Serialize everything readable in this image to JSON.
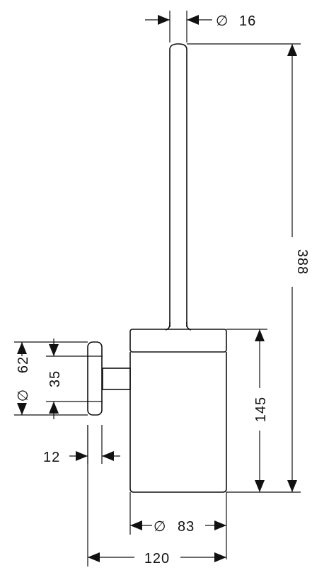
{
  "dimensions": {
    "top_diameter": {
      "symbol": "∅",
      "value": "16"
    },
    "overall_height": {
      "value": "388"
    },
    "holder_height": {
      "value": "145"
    },
    "plate_diameter": {
      "symbol": "∅",
      "value": "62"
    },
    "arm_height": {
      "value": "35"
    },
    "plate_thickness": {
      "value": "12"
    },
    "holder_diameter": {
      "symbol": "∅",
      "value": "83"
    },
    "overall_width": {
      "value": "120"
    }
  },
  "colors": {
    "line": "#111111",
    "background": "#ffffff"
  }
}
